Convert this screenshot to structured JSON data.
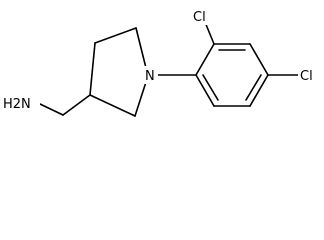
{
  "molecule": {
    "atoms": {
      "amine": "H2N",
      "nitrogen": "N",
      "chlorine_ortho": "Cl",
      "chlorine_para": "Cl"
    }
  }
}
